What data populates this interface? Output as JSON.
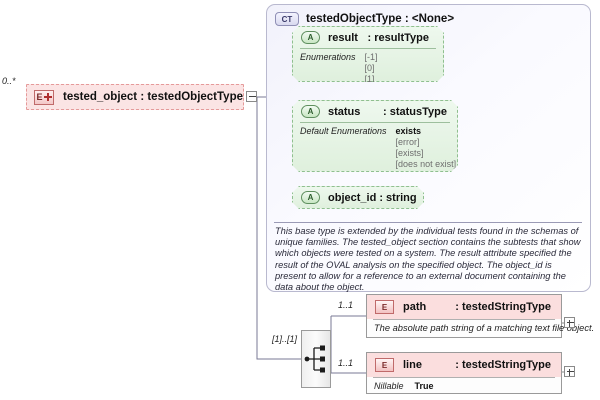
{
  "diagram": {
    "title": "testedObjectType XML schema diagram",
    "colors": {
      "element_fill": "#fbe4e4",
      "attribute_fill": "#dff0dd",
      "complextype_fill": "#f2f2fb",
      "connector_line": "#9a9ab5"
    }
  },
  "root_element": {
    "badge": "E",
    "expander": "plus-icon",
    "label": "tested_object : testedObjectType",
    "occurrence": "0..*",
    "collapse_toggle": "minus-icon"
  },
  "complex_type": {
    "badge": "CT",
    "title": "testedObjectType : <None>",
    "documentation": "This base type is extended by the individual tests found in the schemas of unique families.  The tested_object section contains the subtests that show which objects were tested on a system. The result attribute specified the result of the OVAL analysis on the specified object. The object_id is present to allow for a reference to an external document containing the data about the object."
  },
  "attributes": [
    {
      "badge": "A",
      "name": "result",
      "type": ": resultType",
      "facet_keys": "Enumerations",
      "facet_values": [
        "[-1]",
        "[0]",
        "[1]"
      ],
      "default": null
    },
    {
      "badge": "A",
      "name": "status",
      "type": ": statusType",
      "facet_keys": "Default\nEnumerations",
      "default": "exists",
      "facet_values": [
        "[error]",
        "[exists]",
        "[does not exist]"
      ]
    },
    {
      "badge": "A",
      "name": "object_id : string",
      "type": "",
      "facet_keys": "",
      "facet_values": []
    }
  ],
  "compositor": {
    "kind": "sequence-icon",
    "occurrence": "[1]..[1]"
  },
  "child_elements": [
    {
      "badge": "E",
      "name": "path",
      "type": ": testedStringType",
      "occurrence": "1..1",
      "note": "The absolute path string of a matching text file object.",
      "facet_key": "",
      "facet_value": "",
      "expander": "plus-icon"
    },
    {
      "badge": "E",
      "name": "line",
      "type": ": testedStringType",
      "occurrence": "1..1",
      "note": "",
      "facet_key": "Nillable",
      "facet_value": "True",
      "expander": "plus-icon"
    }
  ]
}
